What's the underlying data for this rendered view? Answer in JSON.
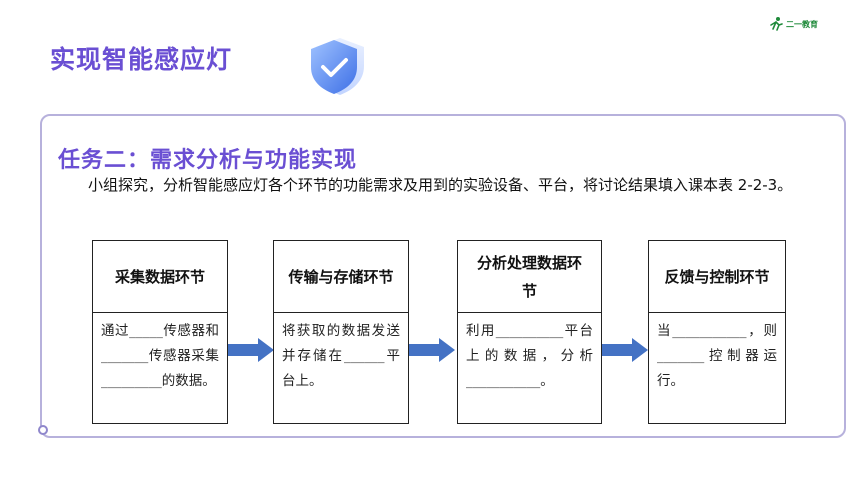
{
  "header": {
    "title": "实现智能感应灯",
    "brand_text": "二一教育"
  },
  "task": {
    "title": "任务二：需求分析与功能实现",
    "description": "小组探究，分析智能感应灯各个环节的功能需求及用到的实验设备、平台，将讨论结果填入课本表 2-2-3。"
  },
  "flow": [
    {
      "heading": "采集数据环节",
      "body": "通过_____传感器和_______传感器采集_________的数据。"
    },
    {
      "heading": "传输与存储环节",
      "body": "将获取的数据发送并存储在______平台上。"
    },
    {
      "heading": "分析处理数据环节",
      "body": "利用__________平台上的数据，分析___________。"
    },
    {
      "heading": "反馈与控制环节",
      "body": "当___________，则_______控制器运行。"
    }
  ],
  "colors": {
    "accent": "#6a4fd3",
    "panel_border": "#b7b1dc",
    "arrow": "#4472c4",
    "shield": "#5b8ef0"
  }
}
